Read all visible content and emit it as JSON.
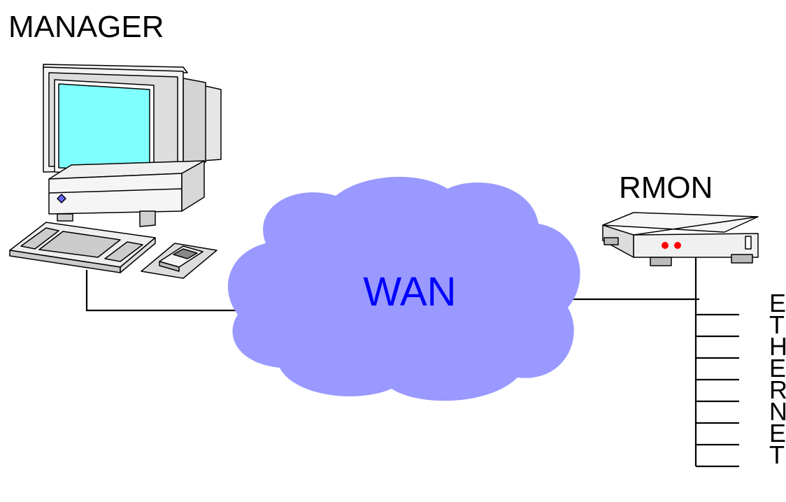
{
  "labels": {
    "manager": "MANAGER",
    "rmon": "RMON",
    "wan": "WAN"
  },
  "rmon_groups": [
    "E",
    "T",
    "H",
    "E",
    "R",
    "N",
    "E",
    "T"
  ],
  "colors": {
    "cloud": "#9999ff",
    "wan_text": "#0000ff",
    "screen": "#80ffff",
    "led": "#ff0000",
    "power_indicator": "#6666ff",
    "line": "#000000"
  }
}
